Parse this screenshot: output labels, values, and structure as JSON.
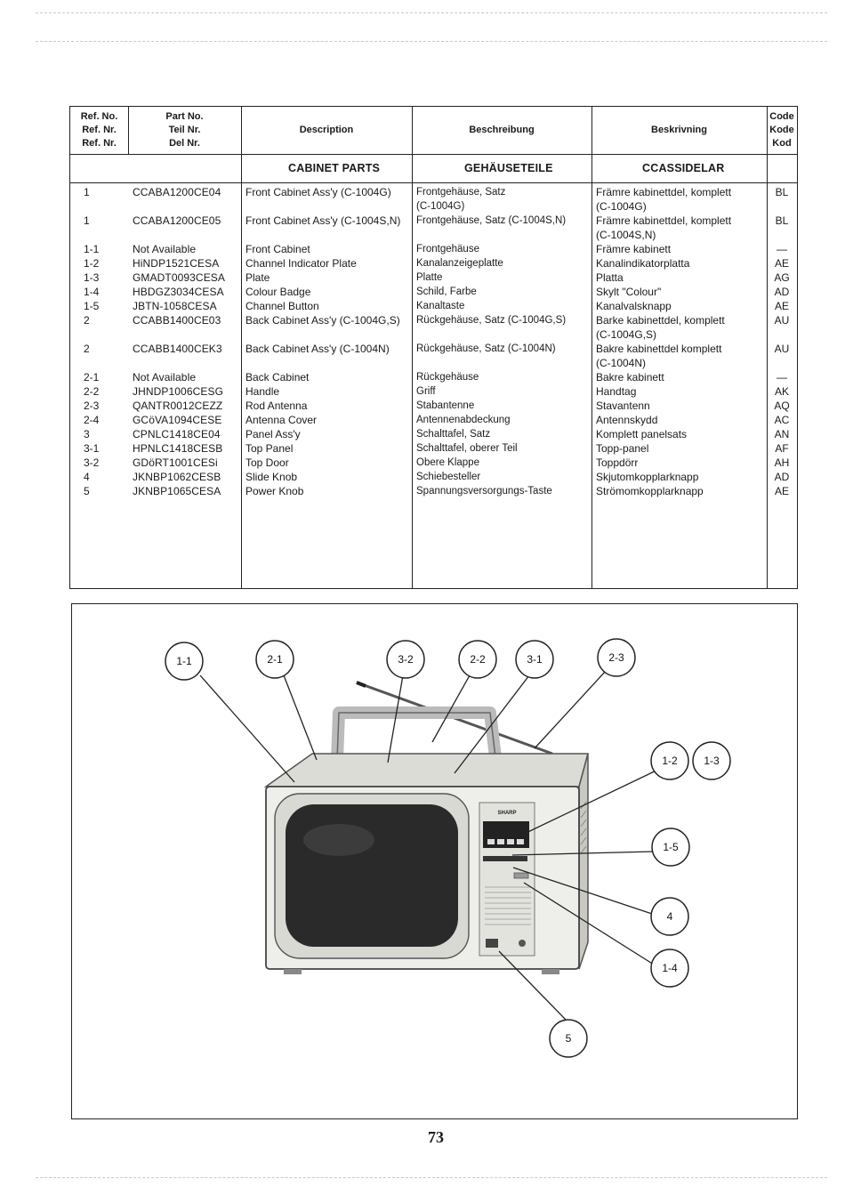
{
  "table": {
    "headers": {
      "ref": [
        "Ref. No.",
        "Ref. Nr.",
        "Ref. Nr."
      ],
      "part": [
        "Part No.",
        "Teil Nr.",
        "Del Nr."
      ],
      "description": "Description",
      "beschreibung": "Beschreibung",
      "beskrivning": "Beskrivning",
      "code": [
        "Code",
        "Kode",
        "Kod"
      ]
    },
    "section": {
      "en": "CABINET PARTS",
      "de": "GEHÄUSETEILE",
      "sv": "CCASSIDELAR"
    },
    "rows": [
      {
        "ref": "1",
        "part": "CCABA1200CE04",
        "desc": "Front Cabinet Ass'y (C-1004G)",
        "besch": "Frontgehäuse, Satz\n(C-1004G)",
        "beskr": "Främre kabinettdel, komplett\n(C-1004G)",
        "code": "BL"
      },
      {
        "ref": "1",
        "part": "CCABA1200CE05",
        "desc": "Front Cabinet Ass'y (C-1004S,N)",
        "besch": "Frontgehäuse, Satz (C-1004S,N)",
        "beskr": "Främre kabinettdel, komplett\n(C-1004S,N)",
        "code": "BL"
      },
      {
        "ref": "1-1",
        "part": "Not Available",
        "desc": "Front Cabinet",
        "besch": "Frontgehäuse",
        "beskr": "Främre kabinett",
        "code": "—"
      },
      {
        "ref": "1-2",
        "part": "HiNDP1521CESA",
        "desc": "Channel Indicator Plate",
        "besch": "Kanalanzeigeplatte",
        "beskr": "Kanalindikatorplatta",
        "code": "AE"
      },
      {
        "ref": "1-3",
        "part": "GMADT0093CESA",
        "desc": "Plate",
        "besch": "Platte",
        "beskr": "Platta",
        "code": "AG"
      },
      {
        "ref": "1-4",
        "part": "HBDGZ3034CESA",
        "desc": "Colour Badge",
        "besch": "Schild, Farbe",
        "beskr": "Skylt \"Colour\"",
        "code": "AD"
      },
      {
        "ref": "1-5",
        "part": "JBTN-1058CESA",
        "desc": "Channel Button",
        "besch": "Kanaltaste",
        "beskr": "Kanalvalsknapp",
        "code": "AE"
      },
      {
        "ref": "2",
        "part": "CCABB1400CE03",
        "desc": "Back Cabinet Ass'y (C-1004G,S)",
        "besch": "Rückgehäuse, Satz (C-1004G,S)",
        "beskr": "Barke kabinettdel, komplett\n(C-1004G,S)",
        "code": "AU"
      },
      {
        "ref": "2",
        "part": "CCABB1400CEK3",
        "desc": "Back Cabinet Ass'y (C-1004N)",
        "besch": "Rückgehäuse, Satz (C-1004N)",
        "beskr": "Bakre kabinettdel komplett\n(C-1004N)",
        "code": "AU"
      },
      {
        "ref": "2-1",
        "part": "Not Available",
        "desc": "Back Cabinet",
        "besch": "Rückgehäuse",
        "beskr": "Bakre kabinett",
        "code": "—"
      },
      {
        "ref": "2-2",
        "part": "JHNDP1006CESG",
        "desc": "Handle",
        "besch": "Griff",
        "beskr": "Handtag",
        "code": "AK"
      },
      {
        "ref": "2-3",
        "part": "QANTR0012CEZZ",
        "desc": "Rod Antenna",
        "besch": "Stabantenne",
        "beskr": "Stavantenn",
        "code": "AQ"
      },
      {
        "ref": "2-4",
        "part": "GCöVA1094CESE",
        "desc": "Antenna Cover",
        "besch": "Antennenabdeckung",
        "beskr": "Antennskydd",
        "code": "AC"
      },
      {
        "ref": "3",
        "part": "CPNLC1418CE04",
        "desc": "Panel Ass'y",
        "besch": "Schalttafel, Satz",
        "beskr": "Komplett panelsats",
        "code": "AN"
      },
      {
        "ref": "3-1",
        "part": "HPNLC1418CESB",
        "desc": "Top Panel",
        "besch": "Schalttafel, oberer Teil",
        "beskr": "Topp-panel",
        "code": "AF"
      },
      {
        "ref": "3-2",
        "part": "GDöRT1001CESi",
        "desc": "Top Door",
        "besch": "Obere Klappe",
        "beskr": "Toppdörr",
        "code": "AH"
      },
      {
        "ref": "4",
        "part": "JKNBP1062CESB",
        "desc": "Slide Knob",
        "besch": "Schiebesteller",
        "beskr": "Skjutomkopplarknapp",
        "code": "AD"
      },
      {
        "ref": "5",
        "part": "JKNBP1065CESA",
        "desc": "Power Knob",
        "besch": "Spannungsversorgungs-Taste",
        "beskr": "Strömomkopplarknapp",
        "code": "AE"
      }
    ]
  },
  "figure": {
    "brand": "SHARP",
    "callouts": [
      "1-1",
      "2-1",
      "3-2",
      "2-2",
      "3-1",
      "2-3",
      "1-2",
      "1-3",
      "1-5",
      "4",
      "1-4",
      "5"
    ]
  },
  "page_number": "73",
  "colors": {
    "ink": "#1a1a1a",
    "cabinet": "#e9e9e4",
    "screen": "#2a2a2a"
  }
}
